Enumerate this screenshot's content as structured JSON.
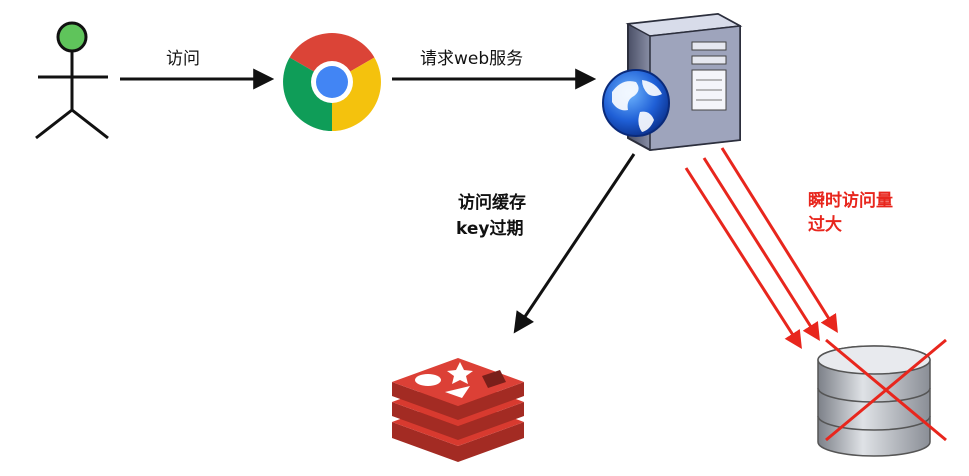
{
  "labels": {
    "visit": "访问",
    "request_web": "请求web服务",
    "cache_line1": "访问缓存",
    "cache_line2": "key过期",
    "burst_line1": "瞬时访问量",
    "burst_line2": "过大"
  },
  "icons": {
    "user": "user-stick-figure-icon",
    "browser": "chrome-browser-icon",
    "server": "web-server-icon",
    "cache": "redis-icon",
    "database": "database-icon"
  },
  "colors": {
    "arrow": "#111111",
    "alert": "#e8261d",
    "user_head": "#5fc45b",
    "redis": "#d83a2f"
  }
}
